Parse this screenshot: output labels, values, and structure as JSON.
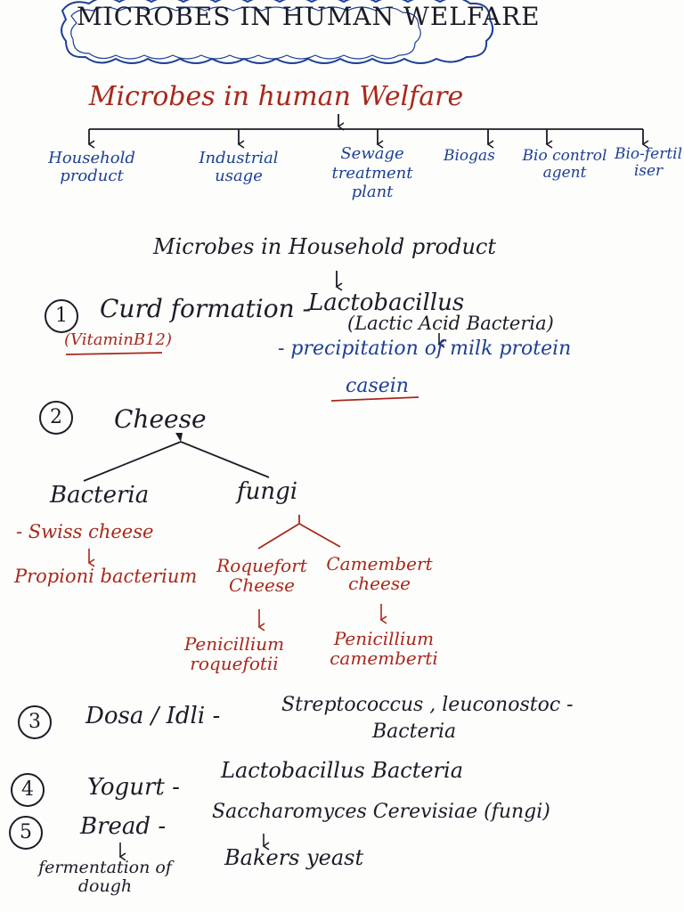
{
  "banner": {
    "title": "MICROBES IN HUMAN WELFARE"
  },
  "tree": {
    "root": "Microbes in human Welfare",
    "branches": [
      "Household product",
      "Industrial usage",
      "Sewage treatment plant",
      "Biogas",
      "Bio control agent",
      "Bio-fertiliser"
    ]
  },
  "household": {
    "heading": "Microbes in Household product",
    "items": [
      {
        "number": "1",
        "name": "Curd formation -",
        "note": "(VitaminB12)",
        "organism": "Lactobacillus",
        "organism_type": "(Lactic Acid Bacteria)",
        "effect": "- precipitation of milk protein",
        "protein": "casein"
      },
      {
        "number": "2",
        "name": "Cheese",
        "bacteria": {
          "label": "Bacteria",
          "example": "- Swiss cheese",
          "organism": "Propioni bacterium"
        },
        "fungi": {
          "label": "fungi",
          "left_cheese": "Roquefort Cheese",
          "left_organism": "Penicillium roquefotii",
          "right_cheese": "Camembert cheese",
          "right_organism": "Penicillium camemberti"
        }
      },
      {
        "number": "3",
        "name": "Dosa / Idli -",
        "organism": "Streptococcus , leuconostoc -",
        "organism_type": "Bacteria"
      },
      {
        "number": "4",
        "name": "Yogurt -",
        "organism": "Lactobacillus Bacteria"
      },
      {
        "number": "5",
        "name": "Bread -",
        "organism": "Saccharomyces Cerevisiae (fungi)",
        "process": "fermentation of dough",
        "common_name": "Bakers yeast"
      }
    ]
  },
  "colors": {
    "ink_black": "#1c1c28",
    "ink_red": "#a8281c",
    "ink_blue": "#1d3f95",
    "paper": "#fdfdfb"
  }
}
